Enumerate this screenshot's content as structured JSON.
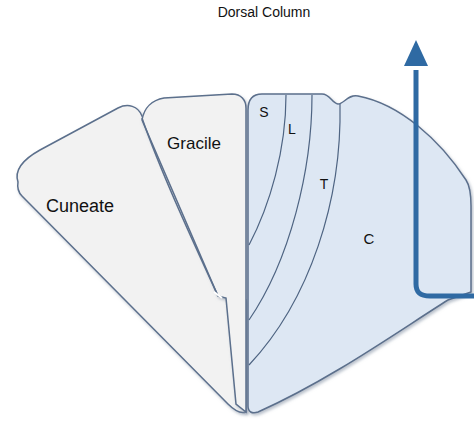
{
  "diagram": {
    "title": "Dorsal Column",
    "nodes": [
      {
        "text": [
          "Cuneate"
        ]
      },
      {
        "text": [
          "Gracile"
        ]
      }
    ],
    "labels": [
      "S",
      "L",
      "T",
      "C"
    ]
  }
}
